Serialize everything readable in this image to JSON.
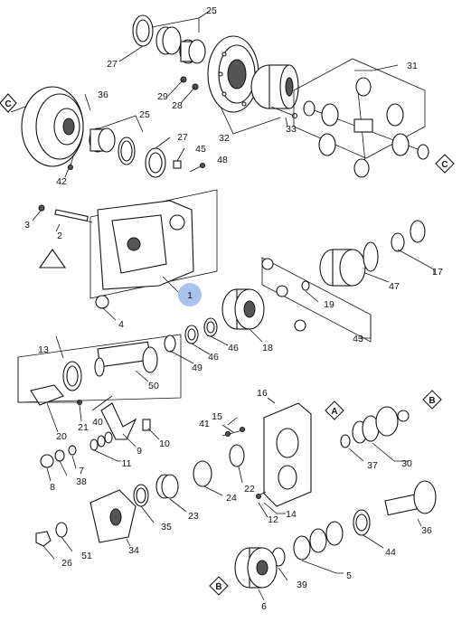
{
  "diagram": {
    "callouts": [
      {
        "id": "c1",
        "label": "1"
      },
      {
        "id": "c2",
        "label": "2"
      },
      {
        "id": "c3",
        "label": "3"
      },
      {
        "id": "c4",
        "label": "4"
      },
      {
        "id": "c5",
        "label": "5"
      },
      {
        "id": "c6",
        "label": "6"
      },
      {
        "id": "c7",
        "label": "7"
      },
      {
        "id": "c8",
        "label": "8"
      },
      {
        "id": "c9",
        "label": "9"
      },
      {
        "id": "c10",
        "label": "10"
      },
      {
        "id": "c11",
        "label": "11"
      },
      {
        "id": "c12",
        "label": "12"
      },
      {
        "id": "c13",
        "label": "13"
      },
      {
        "id": "c14",
        "label": "14"
      },
      {
        "id": "c15",
        "label": "15"
      },
      {
        "id": "c16",
        "label": "16"
      },
      {
        "id": "c17",
        "label": "17"
      },
      {
        "id": "c18",
        "label": "18"
      },
      {
        "id": "c19",
        "label": "19"
      },
      {
        "id": "c20",
        "label": "20"
      },
      {
        "id": "c21",
        "label": "21"
      },
      {
        "id": "c22",
        "label": "22"
      },
      {
        "id": "c23",
        "label": "23"
      },
      {
        "id": "c24",
        "label": "24"
      },
      {
        "id": "c25a",
        "label": "25"
      },
      {
        "id": "c25b",
        "label": "25"
      },
      {
        "id": "c26",
        "label": "26"
      },
      {
        "id": "c27a",
        "label": "27"
      },
      {
        "id": "c27b",
        "label": "27"
      },
      {
        "id": "c28",
        "label": "28"
      },
      {
        "id": "c29",
        "label": "29"
      },
      {
        "id": "c30",
        "label": "30"
      },
      {
        "id": "c31",
        "label": "31"
      },
      {
        "id": "c32",
        "label": "32"
      },
      {
        "id": "c33",
        "label": "33"
      },
      {
        "id": "c34",
        "label": "34"
      },
      {
        "id": "c35",
        "label": "35"
      },
      {
        "id": "c36a",
        "label": "36"
      },
      {
        "id": "c36b",
        "label": "36"
      },
      {
        "id": "c37",
        "label": "37"
      },
      {
        "id": "c38",
        "label": "38"
      },
      {
        "id": "c39",
        "label": "39"
      },
      {
        "id": "c40",
        "label": "40"
      },
      {
        "id": "c41",
        "label": "41"
      },
      {
        "id": "c42",
        "label": "42"
      },
      {
        "id": "c43",
        "label": "43"
      },
      {
        "id": "c44",
        "label": "44"
      },
      {
        "id": "c45",
        "label": "45"
      },
      {
        "id": "c46a",
        "label": "46"
      },
      {
        "id": "c46b",
        "label": "46"
      },
      {
        "id": "c47",
        "label": "47"
      },
      {
        "id": "c48",
        "label": "48"
      },
      {
        "id": "c49",
        "label": "49"
      },
      {
        "id": "c50",
        "label": "50"
      },
      {
        "id": "c51",
        "label": "51"
      }
    ],
    "refs": {
      "c_top": "C",
      "c_right": "C",
      "a_mid": "A",
      "b_right": "B",
      "b_bottom": "B"
    },
    "colors": {
      "highlight": "#a9c3ec",
      "ink": "#111111"
    }
  }
}
